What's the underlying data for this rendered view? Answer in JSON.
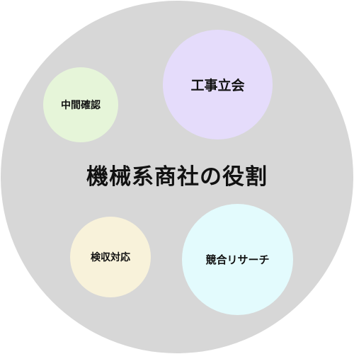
{
  "diagram": {
    "title": "機械系商社の役割",
    "background_color": "#d7d7d7",
    "bubbles": [
      {
        "label": "工事立会",
        "color": "#e5dcfb"
      },
      {
        "label": "中間確認",
        "color": "#e6f5d9"
      },
      {
        "label": "検収対応",
        "color": "#f8f2da"
      },
      {
        "label": "競合リサーチ",
        "color": "#e3fbfd"
      }
    ]
  }
}
